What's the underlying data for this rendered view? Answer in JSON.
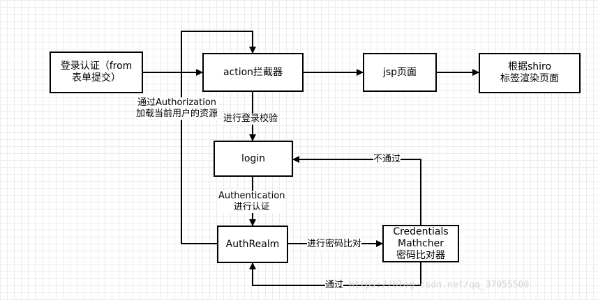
{
  "nodes": {
    "login_auth": {
      "line1": "登录认证（from",
      "line2": "表单提交）"
    },
    "action": {
      "label": "action拦截器"
    },
    "jsp": {
      "label": "jsp页面"
    },
    "shiro": {
      "line1": "根据shiro",
      "line2": "标签渲染页面"
    },
    "login": {
      "label": "login"
    },
    "auth_realm": {
      "label": "AuthRealm"
    },
    "credentials": {
      "line1": "Credentials",
      "line2": "Mathcher",
      "line3": "密码比对器"
    }
  },
  "edges": {
    "authorization": {
      "line1": "通过Authorization",
      "line2": "加载当前用户的资源"
    },
    "login_check": {
      "label": "进行登录校验"
    },
    "authentication": {
      "line1": "Authentication",
      "line2": "进行认证"
    },
    "password_compare": {
      "label": "进行密码比对"
    },
    "not_pass": {
      "label": "不通过"
    },
    "pass": {
      "label": "通过"
    }
  },
  "watermark": "https://blog.csdn.net/qq_37055500",
  "colors": {
    "line": "#000000",
    "grid": "#ececec",
    "watermark": "#d4d4d4"
  }
}
